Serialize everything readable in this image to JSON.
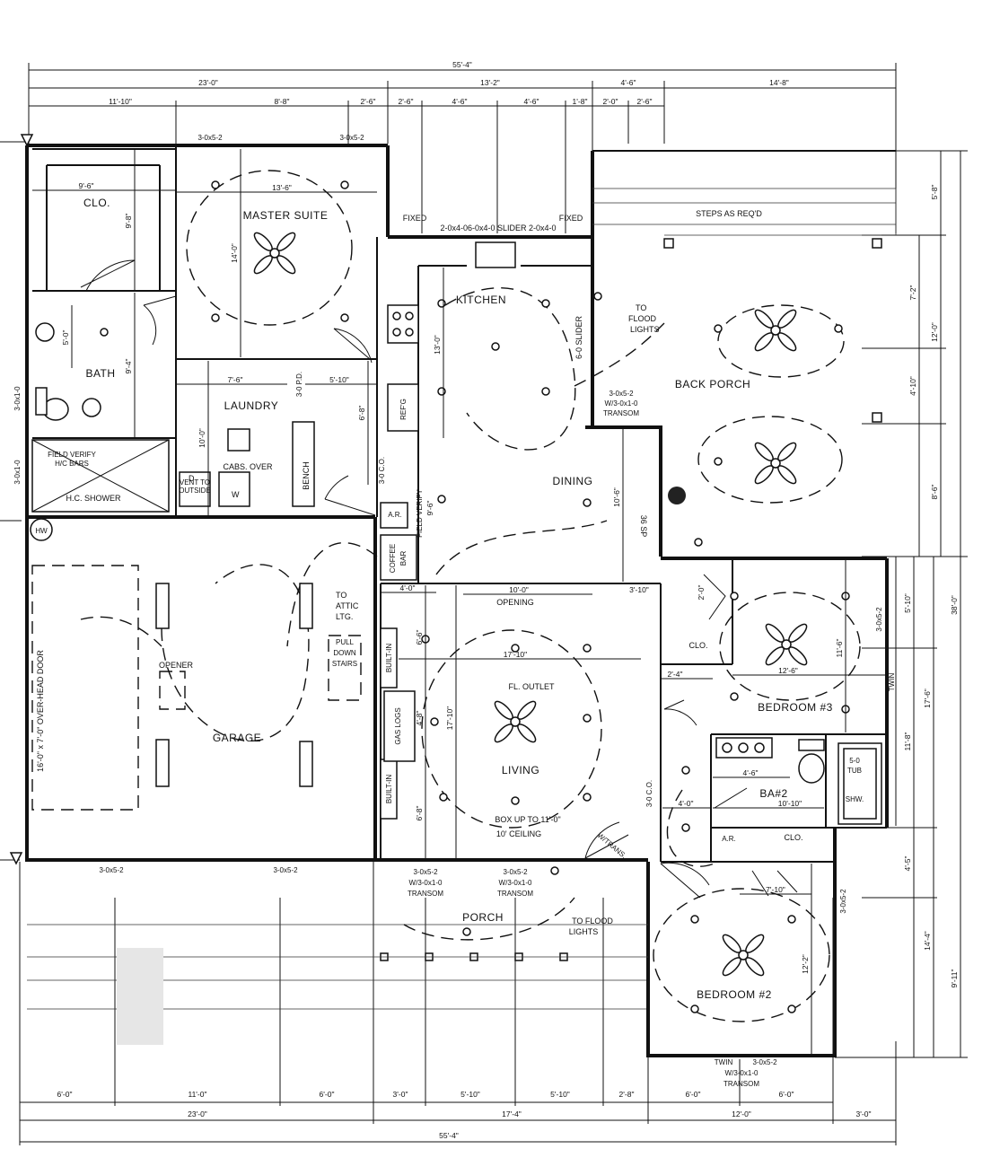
{
  "rooms": {
    "master_suite": "MASTER SUITE",
    "closet": "CLO.",
    "bath": "BATH",
    "laundry": "LAUNDRY",
    "kitchen": "KITCHEN",
    "dining": "DINING",
    "back_porch": "BACK PORCH",
    "garage": "GARAGE",
    "living": "LIVING",
    "porch": "PORCH",
    "bedroom3": "BEDROOM #3",
    "bedroom2": "BEDROOM #2",
    "bath2": "BA#2",
    "clo_bed3": "CLO.",
    "clo_bed2": "CLO.",
    "hc_shower": "H.C. SHOWER"
  },
  "labels": {
    "steps": "STEPS AS REQ'D",
    "fixed_left": "FIXED",
    "window_kitchen": "2-0x4-06-0x4-0 SLIDER 2-0x4-0",
    "fixed_right": "FIXED",
    "to_flood_top_1": "TO",
    "to_flood_top_2": "FLOOD",
    "to_flood_top_3": "LIGHTS",
    "slider_vertical": "6-0 SLIDER",
    "transom_back_1": "3-0x5-2",
    "transom_back_2": "W/3-0x1-0",
    "transom_back_3": "TRANSOM",
    "cabs_over": "CABS. OVER",
    "bench": "BENCH",
    "vent_1": "VENT TO",
    "vent_2": "OUTSIDE",
    "dryer": "D",
    "washer": "W",
    "field_verify_1": "FIELD VERIFY",
    "field_verify_2": "H/C BARS",
    "coffee_bar_1": "COFFEE",
    "coffee_bar_2": "BAR",
    "field_verify_v": "FIELD VERIFY",
    "ar_kitchen": "A.R.",
    "refg": "REF'G",
    "opening": "OPENING",
    "to_attic_1": "TO",
    "to_attic_2": "ATTIC",
    "to_attic_3": "LTG.",
    "pull_down_1": "PULL",
    "pull_down_2": "DOWN",
    "pull_down_3": "STAIRS",
    "opener": "OPENER",
    "overhead_door": "16'-0\" x 7'-0\" OVER-HEAD DOOR",
    "built_in_top": "BUILT-IN",
    "built_in_bottom": "BUILT-IN",
    "gas_logs": "GAS LOGS",
    "fl_outlet": "FL. OUTLET",
    "box_up": "BOX UP TO 11'-0\"",
    "ceiling": "10' CEILING",
    "hw": "HW",
    "porch_win_1a": "3-0x5-2",
    "porch_win_1b": "W/3-0x1-0",
    "porch_win_1c": "TRANSOM",
    "porch_win_2a": "3-0x5-2",
    "porch_win_2b": "W/3-0x1-0",
    "porch_win_2c": "TRANSOM",
    "to_flood_bottom_1": "TO FLOOD",
    "to_flood_bottom_2": "LIGHTS",
    "w_trans": "W/TRANS.",
    "tub_1": "5-0",
    "tub_2": "TUB",
    "tub_3": "SHW.",
    "ar_hall": "A.R.",
    "twin_right": "TWIN",
    "twin_bottom": "TWIN",
    "bed2_win_a": "3-0x5-2",
    "bed2_win_b": "W/3-0x1-0",
    "bed2_win_c": "TRANSOM",
    "co_hall": "3-0 C.O.",
    "co_laundry": "3-0 C.O.",
    "rd_laundry": "3-0 P.D.",
    "win_master_1": "3-0x5-2",
    "win_master_2": "3-0x5-2",
    "win_garage_1": "3-0x5-2",
    "win_garage_2": "3-0x5-2",
    "win_bath_1": "3-0x1-0",
    "win_bath_2": "3-0x1-0",
    "win_bed3": "3-0x5-2",
    "win_bed2": "3-0x5-2",
    "hw_36": "36 SP"
  },
  "dims_top": {
    "overall": "55'-4\"",
    "d23": "23'-0\"",
    "d13_2": "13'-2\"",
    "d4_6": "4'-6\"",
    "d14_8": "14'-8\"",
    "d11_10": "11'-10\"",
    "d8_8": "8'-8\"",
    "d2_6a": "2'-6\"",
    "d2_6b": "2'-6\"",
    "d4_6b": "4'-6\"",
    "d4_6c": "4'-6\"",
    "d1_8": "1'-8\"",
    "d2_0": "2'-0\"",
    "d2_6c": "2'-6\""
  },
  "dims_bottom": {
    "d6_0a": "6'-0\"",
    "d11_0": "11'-0\"",
    "d6_0b": "6'-0\"",
    "d3_0a": "3'-0\"",
    "d5_10a": "5'-10\"",
    "d5_10b": "5'-10\"",
    "d2_8": "2'-8\"",
    "d6_0c": "6'-0\"",
    "d6_0d": "6'-0\"",
    "d23b": "23'-0\"",
    "d17_4": "17'-4\"",
    "d12_0": "12'-0\"",
    "d3_0b": "3'-0\"",
    "overall": "55'-4\""
  },
  "dims_right": {
    "d5_8": "5'-8\"",
    "d7_2": "7'-2\"",
    "d12_0": "12'-0\"",
    "d4_10": "4'-10\"",
    "d8_6": "8'-6\"",
    "d38_0": "38'-0\"",
    "d5_10": "5'-10\"",
    "d17_6": "17'-6\"",
    "d11_8": "11'-8\"",
    "d4_5": "4'-5\"",
    "d9_11": "9'-11\"",
    "d14_4": "14'-4\""
  },
  "dims_inner": {
    "master_w": "13'-6\"",
    "master_h": "14'-0\"",
    "clo_w": "9'-6\"",
    "clo_h": "9'-8\"",
    "bath_h": "9'-4\"",
    "bath_s": "5'-0\"",
    "laundry_w": "7'-6\"",
    "laundry_h": "10'-0\"",
    "laundry_w2": "5'-10\"",
    "hall_h": "6'-8\"",
    "kitchen_h": "13'-0\"",
    "dining_h": "10'-6\"",
    "fv_h": "9'-6\"",
    "dining_4": "4'-0\"",
    "opening_w": "10'-0\"",
    "opening_3": "3'-10\"",
    "living_w": "17'-10\"",
    "living_h": "17'-10\"",
    "living_6": "6'-6\"",
    "living_48": "4'-8\"",
    "living_68": "6'-8\"",
    "bed3_w": "12'-6\"",
    "bed3_h": "11'-6\"",
    "bed3_24": "2'-4\"",
    "bath2_w": "4'-6\"",
    "bath2_h": "10'-10\"",
    "hall_4": "4'-0\"",
    "bed2_w": "7'-10\"",
    "bed2_h": "12'-2\"",
    "clo_b3": "2'-0\"",
    "back_porch_h": "12'-0\""
  }
}
